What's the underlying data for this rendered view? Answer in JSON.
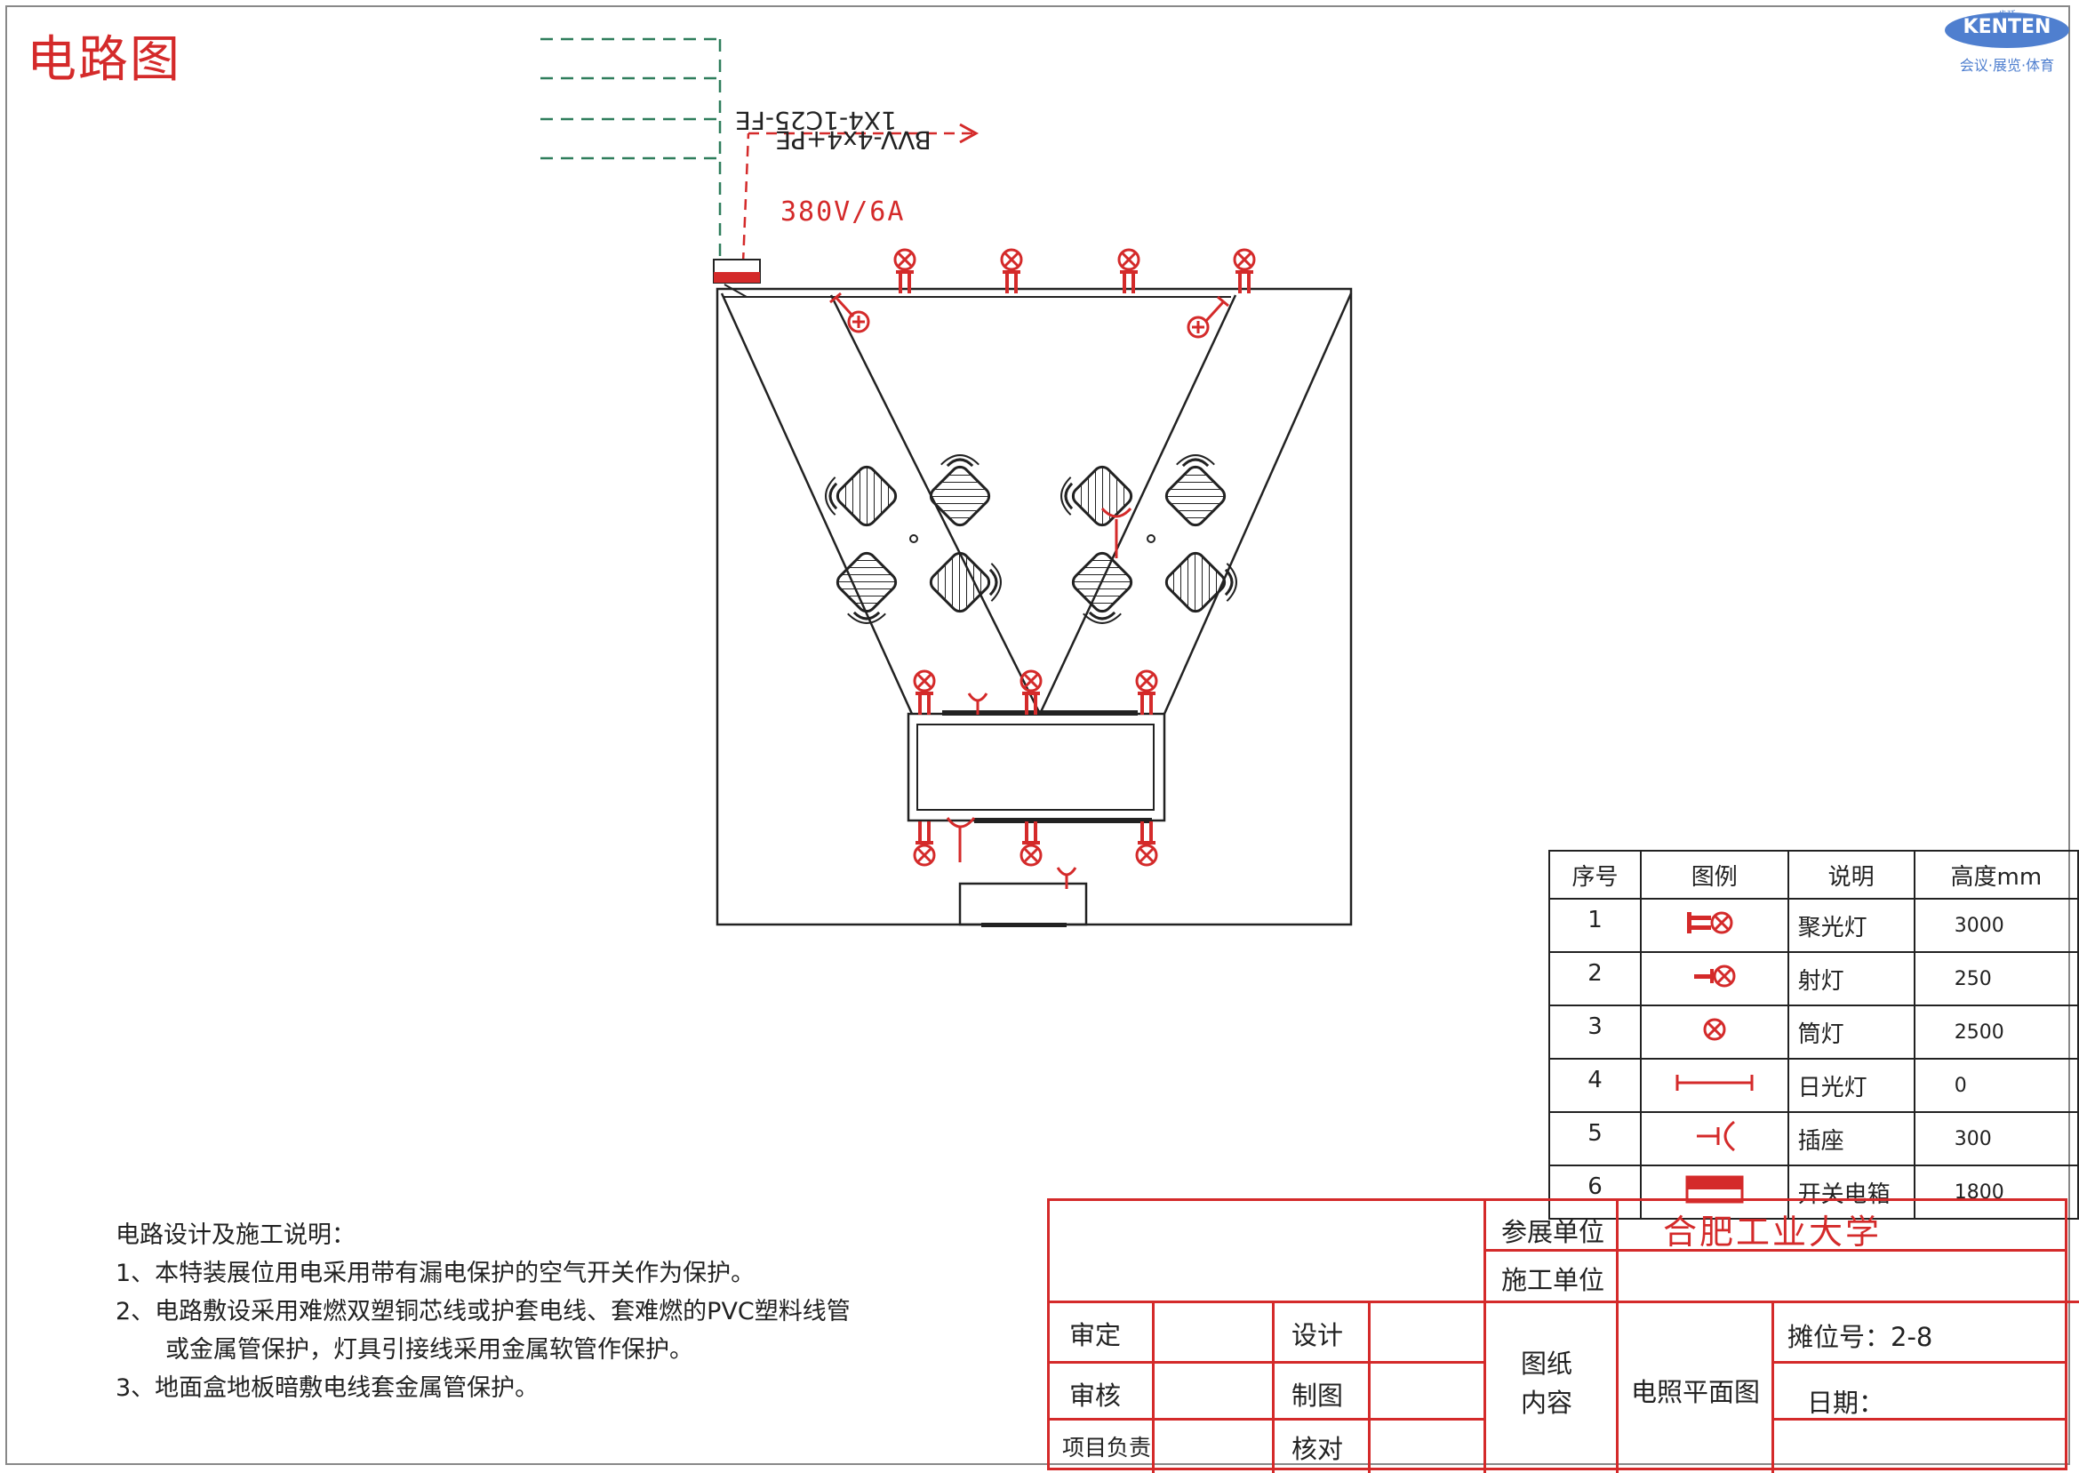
{
  "title": "电路图",
  "logo": {
    "text": "KENTEN",
    "sub": "会议·展览·体育",
    "small": "肯廷"
  },
  "cable": {
    "line1": "1X4-1C25-FE",
    "line2": "BVV-4x4+PE",
    "power": "380V/6A"
  },
  "legend": {
    "headers": [
      "序号",
      "图例",
      "说明",
      "高度mm"
    ],
    "rows": [
      {
        "no": "1",
        "icon": "spotlight-icon",
        "desc": "聚光灯",
        "height": "3000"
      },
      {
        "no": "2",
        "icon": "projector-lamp-icon",
        "desc": "射灯",
        "height": "250"
      },
      {
        "no": "3",
        "icon": "downlight-icon",
        "desc": "筒灯",
        "height": "2500"
      },
      {
        "no": "4",
        "icon": "fluorescent-lamp-icon",
        "desc": "日光灯",
        "height": "0"
      },
      {
        "no": "5",
        "icon": "socket-icon",
        "desc": "插座",
        "height": "300"
      },
      {
        "no": "6",
        "icon": "switch-box-icon",
        "desc": "开关电箱",
        "height": "1800"
      }
    ]
  },
  "notes": {
    "heading": "电路设计及施工说明：",
    "items": [
      "1、本特装展位用电采用带有漏电保护的空气开关作为保护。",
      "2、电路敷设采用难燃双塑铜芯线或护套电线、套难燃的PVC塑料线管",
      "或金属管保护，灯具引接线采用金属软管作保护。",
      "3、地面盒地板暗敷电线套金属管保护。"
    ]
  },
  "title_block": {
    "participant_label": "参展单位",
    "participant_value": "合肥工业大学",
    "contractor_label": "施工单位",
    "approve": "审定",
    "design": "设计",
    "review": "审核",
    "drawing": "制图",
    "project_lead": "项目负责",
    "check": "核对",
    "content_label_1": "图纸",
    "content_label_2": "内容",
    "content_value": "电照平面图",
    "booth": "摊位号：2-8",
    "date": "日期："
  },
  "colors": {
    "accent": "#d42a2a",
    "dashed": "#2e7d5b",
    "line": "#222222"
  }
}
